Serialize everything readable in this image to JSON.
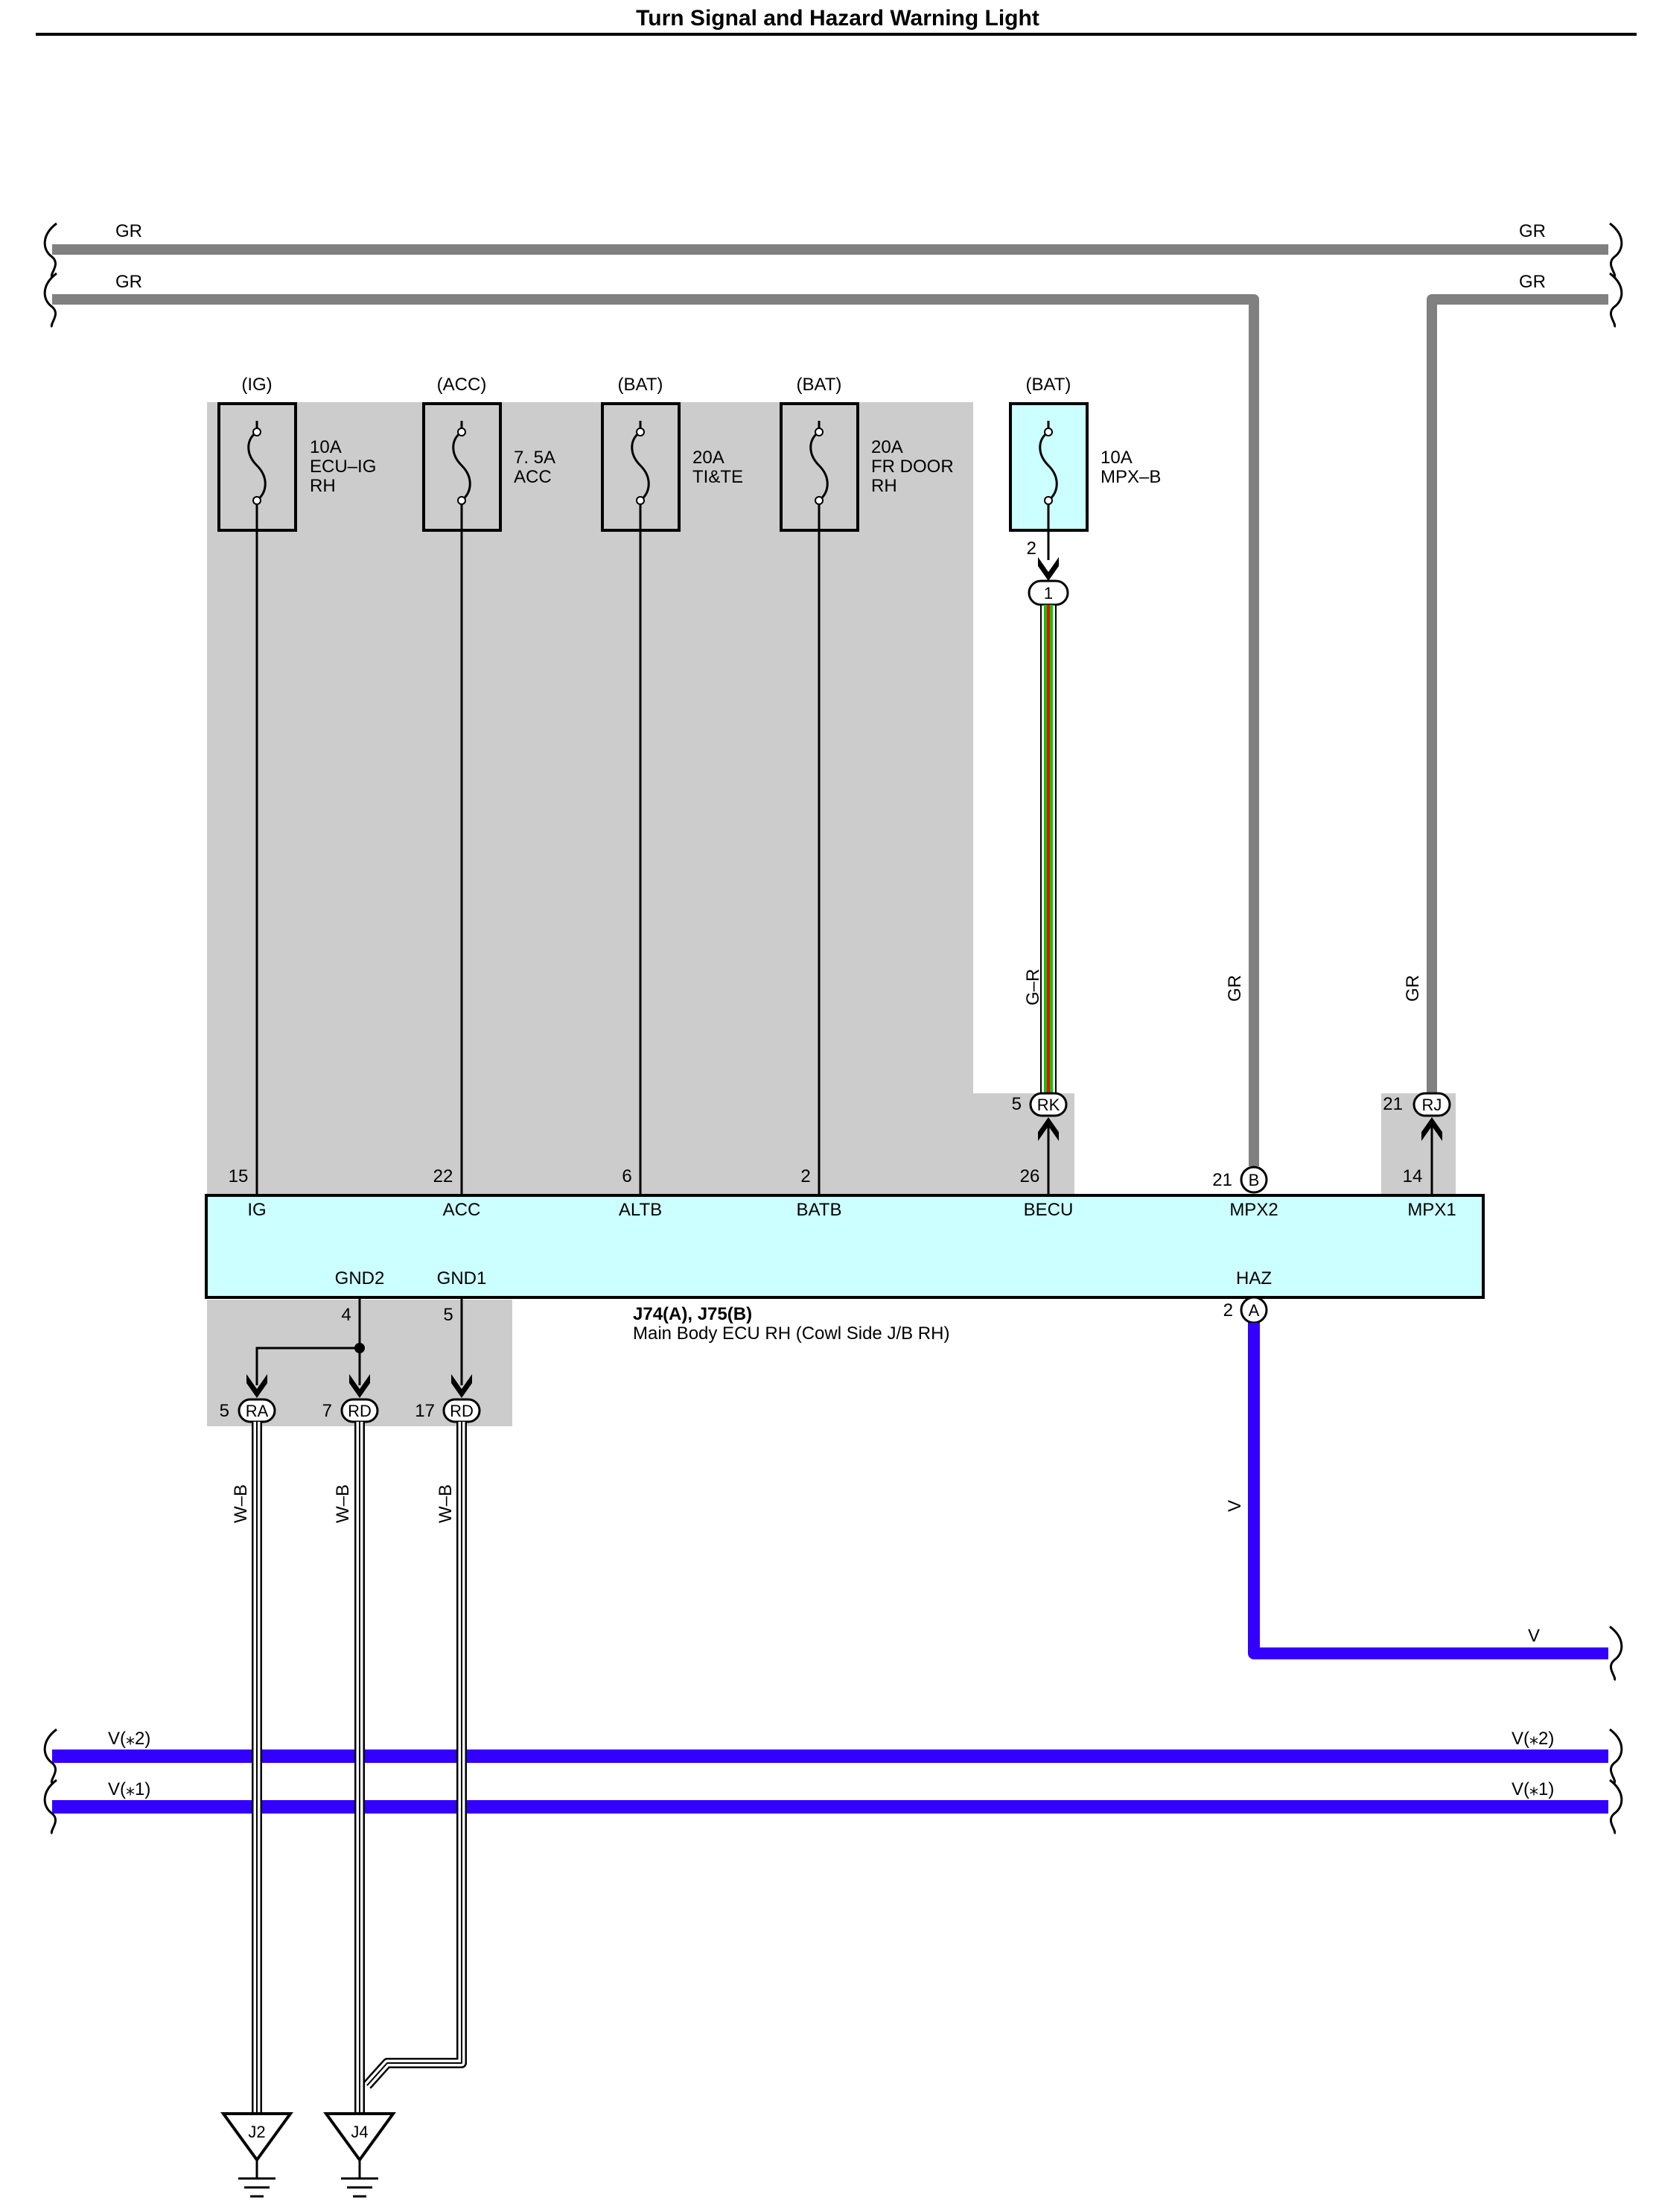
{
  "title": "Turn Signal and Hazard Warning Light",
  "bus_wires": {
    "gr_top_left": "GR",
    "gr_top_right": "GR",
    "gr_second_left": "GR",
    "gr_second_right": "GR",
    "v2_left": "V(⁎2)",
    "v2_right": "V(⁎2)",
    "v1_left": "V(⁎1)",
    "v1_right": "V(⁎1)",
    "v_haz_right": "V"
  },
  "fuses": [
    {
      "source": "(IG)",
      "line1": "10A",
      "line2": "ECU–IG",
      "line3": "RH"
    },
    {
      "source": "(ACC)",
      "line1": "7. 5A",
      "line2": "ACC",
      "line3": ""
    },
    {
      "source": "(BAT)",
      "line1": "20A",
      "line2": "TI&TE",
      "line3": ""
    },
    {
      "source": "(BAT)",
      "line1": "20A",
      "line2": "FR DOOR",
      "line3": "RH"
    },
    {
      "source": "(BAT)",
      "line1": "10A",
      "line2": "MPX–B",
      "line3": ""
    }
  ],
  "mpx_fuse_pin": "2",
  "mpx_connector": "1",
  "wire_colors": {
    "g_r": "G–R",
    "gr_mpx2": "GR",
    "gr_mpx1": "GR",
    "v_haz": "V",
    "wb_1": "W–B",
    "wb_2": "W–B",
    "wb_3": "W–B"
  },
  "connectors": {
    "rk": {
      "pin": "5",
      "label": "RK"
    },
    "rj": {
      "pin": "21",
      "label": "RJ"
    },
    "b": {
      "pin": "21",
      "label": "B"
    },
    "a": {
      "pin": "2",
      "label": "A"
    },
    "ra": {
      "pin": "5",
      "label": "RA"
    },
    "rd1": {
      "pin": "7",
      "label": "RD"
    },
    "rd2": {
      "pin": "17",
      "label": "RD"
    }
  },
  "ecu": {
    "name": "J74(A), J75(B)",
    "description": "Main Body ECU RH (Cowl Side J/B RH)",
    "top_terminals": [
      {
        "pin": "15",
        "name": "IG"
      },
      {
        "pin": "22",
        "name": "ACC"
      },
      {
        "pin": "6",
        "name": "ALTB"
      },
      {
        "pin": "2",
        "name": "BATB"
      },
      {
        "pin": "26",
        "name": "BECU"
      },
      {
        "pin": "",
        "name": "MPX2"
      },
      {
        "pin": "14",
        "name": "MPX1"
      }
    ],
    "bottom_terminals": [
      {
        "pin": "4",
        "name": "GND2"
      },
      {
        "pin": "5",
        "name": "GND1"
      },
      {
        "pin": "",
        "name": "HAZ"
      }
    ]
  },
  "grounds": {
    "j2": "J2",
    "j4": "J4"
  },
  "colors": {
    "gray_wire": "#808080",
    "violet_wire": "#3300ff",
    "ecu_fill": "#ccffff",
    "junction_block": "#cccccc",
    "green_wire": "#00cc00",
    "red_wire": "#ff0000"
  }
}
